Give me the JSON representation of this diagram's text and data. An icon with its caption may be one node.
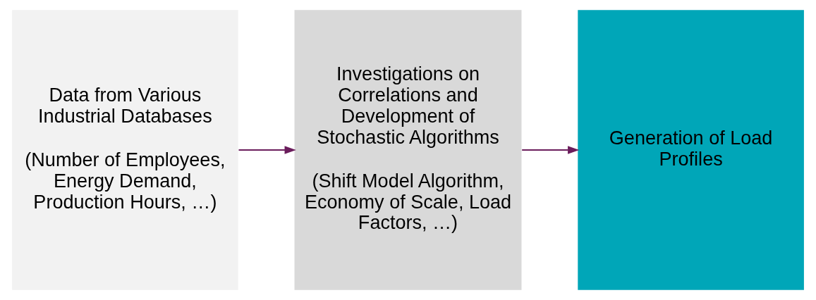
{
  "diagram": {
    "nodes": [
      {
        "text": [
          "Data from Various Industrial Databases",
          "(Number of Employees, Energy Demand, Production Hours, …)"
        ]
      },
      {
        "text": [
          "Investigations on Correlations and Development of Stochastic Algorithms",
          "(Shift Model Algorithm, Economy of Scale, Load Factors, …)"
        ]
      },
      {
        "text": [
          "Generation of Load Profiles"
        ]
      }
    ],
    "edges": [
      {
        "from": 0,
        "to": 1,
        "arrow": "to"
      },
      {
        "from": 1,
        "to": 2,
        "arrow": "to"
      }
    ]
  }
}
